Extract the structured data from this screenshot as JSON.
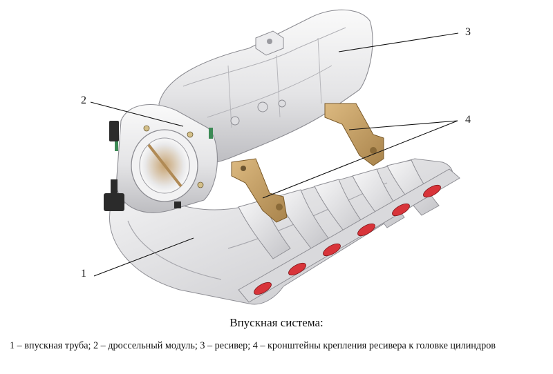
{
  "figure": {
    "title": "Впускная система:",
    "legend": "1 – впускная труба; 2 – дроссельный модуль; 3 – ресивер; 4 – кронштейны крепления ресивера к головке цилиндров",
    "callouts": {
      "c1": "1",
      "c2": "2",
      "c3": "3",
      "c4": "4"
    }
  },
  "colors": {
    "body": "#e9e9ea",
    "shadow": "#b8b8bc",
    "bracket": "#c9a46a",
    "gasket": "#d8343a",
    "connector": "#2b2b2b",
    "leader": "#111111"
  }
}
